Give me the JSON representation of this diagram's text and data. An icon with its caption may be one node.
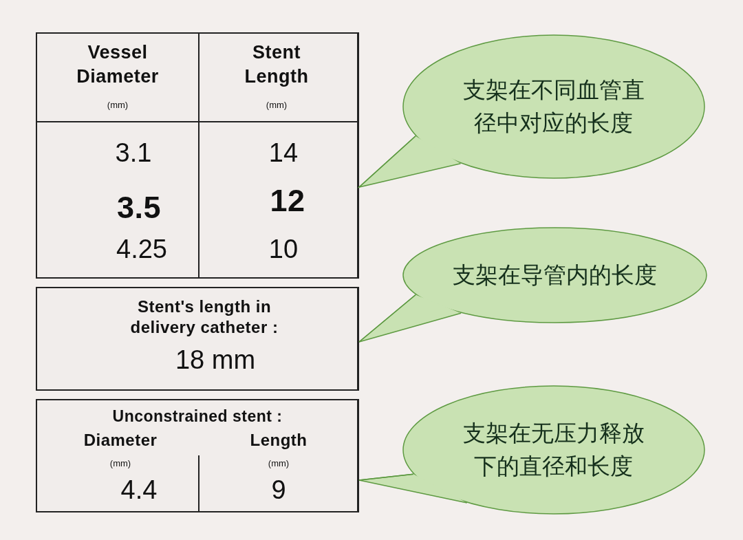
{
  "diagram": {
    "nodes": [
      {
        "text": [
          "Vessel Diameter",
          "Stent Length",
          "(mm)",
          "(mm)",
          "3.1",
          "14",
          "3.5",
          "12",
          "4.25",
          "10"
        ]
      },
      {
        "text": [
          "Stent's length in delivery catheter :",
          "18 mm"
        ]
      },
      {
        "text": [
          "Unconstrained stent :",
          "Diameter",
          "Length",
          "(mm)",
          "(mm)",
          "4.4",
          "9"
        ]
      },
      {
        "text": [
          "支架在不同血管直径中对应的长度"
        ]
      },
      {
        "text": [
          "支架在导管内的长度"
        ]
      },
      {
        "text": [
          "支架在无压力释放下的直径和长度"
        ]
      }
    ],
    "edges": [
      {
        "from": 3,
        "to": 0,
        "arrow": "none"
      },
      {
        "from": 4,
        "to": 1,
        "arrow": "none"
      },
      {
        "from": 5,
        "to": 2,
        "arrow": "none"
      }
    ]
  }
}
